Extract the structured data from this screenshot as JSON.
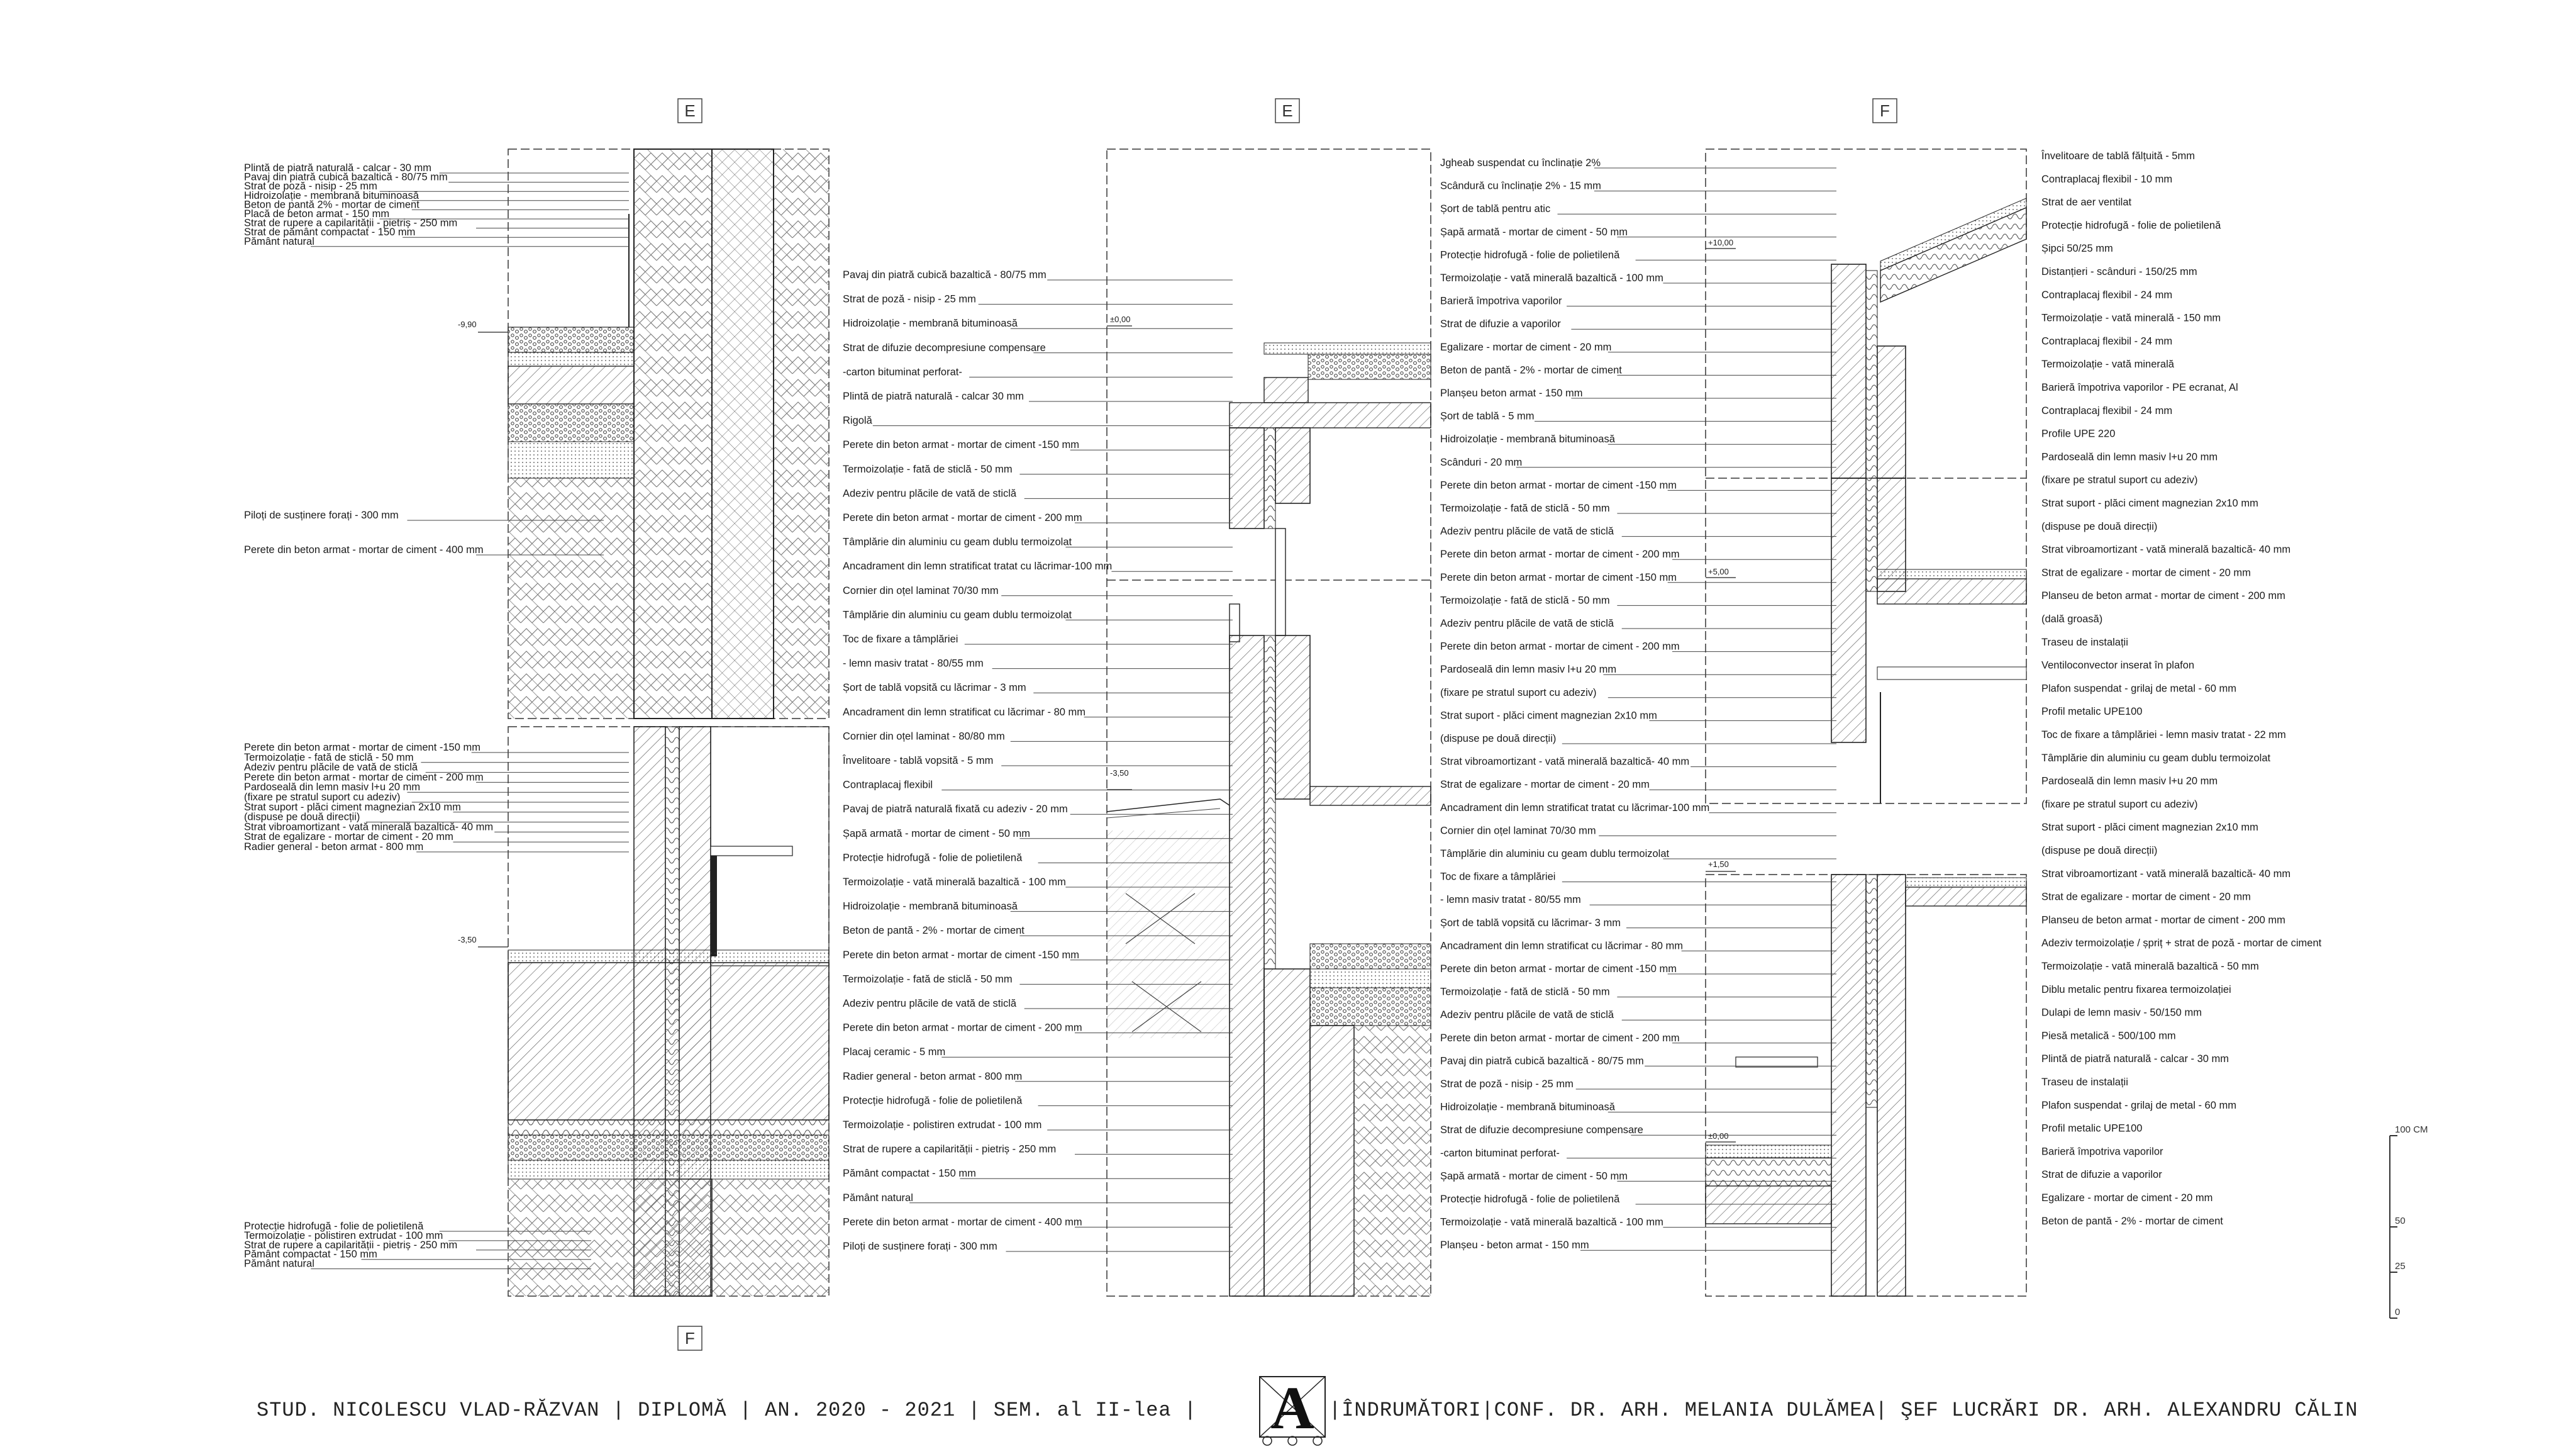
{
  "markers": {
    "top": [
      "E",
      "E",
      "F"
    ],
    "bottom": "F"
  },
  "scale": {
    "unit": "100 CM",
    "marks": [
      "50",
      "25",
      "0"
    ]
  },
  "footer": {
    "left": "STUD. NICOLESCU VLAD-RĂZVAN | DIPLOMĂ | AN. 2020 - 2021 | SEM. al II-lea |",
    "logo_letter": "A",
    "right": "|ÎNDRUMĂTORI|CONF. DR. ARH. MELANIA DULĂMEA| ŞEF LUCRĂRI DR. ARH. ALEXANDRU CĂLIN"
  },
  "levels": {
    "d1_a": "-9,90",
    "d1_b": "-3,50",
    "d2_a": "±0,00",
    "d2_b": "-3,50",
    "d3_a": "+10,00",
    "d3_b": "+5,00",
    "d3_c": "+1,50",
    "d3_d": "±0,00"
  },
  "detail1": {
    "top_labels": [
      "Plintă de piatră naturală - calcar - 30 mm",
      "Pavaj din piatră cubică bazaltică - 80/75 mm",
      "Strat de poză - nisip - 25 mm",
      "Hidroizolație - membrană bituminoasă",
      "Beton de pantă 2% - mortar de ciment",
      "Placă de beton armat - 150 mm",
      "Strat de rupere a capilarității - pietriș - 250 mm",
      "Strat de pământ compactat - 150 mm",
      "Pământ natural"
    ],
    "mid_labels": [
      "Piloți de susținere forați - 300 mm",
      "Perete din beton armat - mortar de ciment - 400 mm"
    ],
    "lower_labels": [
      "Perete din beton armat - mortar de ciment -150 mm",
      "Termoizolație - fată de sticlă - 50 mm",
      "Adeziv pentru plăcile de vată de sticlă",
      "Perete din beton armat - mortar de ciment - 200 mm",
      "Pardoseală din lemn masiv l+u 20 mm",
      "(fixare pe stratul suport cu adeziv)",
      "Strat suport - plăci ciment magnezian 2x10 mm",
      "(dispuse pe două direcții)",
      "Strat vibroamortizant - vată minerală bazaltică- 40 mm",
      "Strat de egalizare - mortar de ciment - 20 mm",
      "Radier general - beton armat - 800 mm"
    ],
    "bottom_labels": [
      "Protecție hidrofugă - folie de polietilenă",
      "Termoizolație - polistiren extrudat - 100 mm",
      "Strat de rupere a capilarității - pietriș - 250 mm",
      "Pământ compactat - 150 mm",
      "Pământ natural"
    ]
  },
  "detail2": {
    "labels": [
      "Pavaj din piatră cubică bazaltică - 80/75 mm",
      "Strat de poză - nisip - 25 mm",
      "Hidroizolație - membrană bituminoasă",
      "Strat de difuzie decompresiune compensare",
      "-carton bituminat perforat-",
      "Plintă de piatră naturală - calcar 30 mm",
      "Rigolă",
      "Perete din beton armat - mortar de ciment -150 mm",
      "Termoizolație - fată de sticlă - 50 mm",
      "Adeziv pentru plăcile de vată de sticlă",
      "Perete din beton armat - mortar de ciment - 200 mm",
      "Tâmplărie din aluminiu cu geam dublu termoizolat",
      "Ancadrament din lemn stratificat tratat cu lăcrimar-100 mm",
      "Cornier din oțel laminat 70/30  mm",
      "Tâmplărie din aluminiu cu geam dublu termoizolat",
      "Toc de fixare a tâmplăriei",
      " - lemn masiv tratat -  80/55 mm",
      "Șort de tablă vopsită  cu lăcrimar - 3 mm",
      "Ancadrament din lemn stratificat cu lăcrimar - 80 mm",
      "Cornier din oțel laminat - 80/80  mm",
      "Învelitoare - tablă vopsită - 5 mm",
      "Contraplacaj flexibil",
      "Pavaj de piatră naturală fixată cu adeziv - 20 mm",
      "Șapă armată - mortar de ciment - 50 mm",
      "Protecție hidrofugă - folie de polietilenă",
      "Termoizolație - vată minerală bazaltică - 100 mm",
      "Hidroizolație - membrană bituminoasă",
      "Beton de pantă - 2% - mortar de ciment",
      "Perete din beton armat - mortar de ciment -150 mm",
      "Termoizolație - fată de sticlă - 50 mm",
      "Adeziv pentru plăcile de vată de sticlă",
      "Perete din beton armat - mortar de ciment - 200 mm",
      "Placaj ceramic - 5 mm",
      "Radier general - beton armat - 800 mm",
      "Protecție hidrofugă - folie de polietilenă",
      "Termoizolație - polistiren extrudat - 100 mm",
      "Strat de rupere a capilarității - pietriș - 250 mm",
      "Pământ compactat - 150 mm",
      "Pământ natural",
      "Perete din beton armat - mortar de ciment - 400 mm",
      "Piloți de susținere forați - 300 mm"
    ]
  },
  "detail3": {
    "left_labels": [
      "Jgheab suspendat cu înclinație 2%",
      "Scândură cu înclinație 2% - 15 mm",
      "Șort de tablă pentru atic",
      "Șapă armată - mortar de ciment - 50 mm",
      "Protecție hidrofugă - folie de polietilenă",
      "Termoizolație - vată minerală bazaltică - 100 mm",
      "Barieră împotriva vaporilor",
      "Strat de difuzie a vaporilor",
      "Egalizare - mortar de ciment - 20 mm",
      "Beton de pantă - 2% - mortar de ciment",
      "Planșeu beton armat - 150 mm",
      "Șort de tablă - 5 mm",
      "Hidroizolație - membrană bituminoasă",
      "Scânduri - 20 mm",
      "Perete din beton armat - mortar de ciment -150 mm",
      "Termoizolație - fată de sticlă - 50 mm",
      "Adeziv pentru plăcile de vată de sticlă",
      "Perete din beton armat - mortar de ciment - 200 mm",
      "Perete din beton armat - mortar de ciment -150 mm",
      "Termoizolație - fată de sticlă - 50 mm",
      "Adeziv pentru plăcile de vată de sticlă",
      "Perete din beton armat - mortar de ciment - 200 mm",
      "Pardoseală din lemn masiv l+u 20 mm",
      "(fixare pe stratul suport cu adeziv)",
      "Strat suport - plăci ciment magnezian 2x10 mm",
      "(dispuse pe două direcții)",
      "Strat vibroamortizant - vată minerală bazaltică- 40 mm",
      "Strat de egalizare - mortar de ciment - 20 mm",
      "Ancadrament din lemn stratificat tratat cu lăcrimar-100 mm",
      "Cornier din oțel laminat 70/30  mm",
      "Tâmplărie din aluminiu cu geam dublu termoizolat",
      "Toc de fixare a tâmplăriei",
      " - lemn masiv tratat -  80/55 mm",
      "Șort de tablă vopsită  cu lăcrimar- 3 mm",
      "Ancadrament din lemn stratificat cu lăcrimar - 80 mm",
      "Perete din beton armat - mortar de ciment -150 mm",
      "Termoizolație - fată de sticlă - 50 mm",
      "Adeziv pentru plăcile de vată de sticlă",
      "Perete din beton armat - mortar de ciment - 200 mm",
      "Pavaj din piatră cubică bazaltică - 80/75 mm",
      "Strat de poză - nisip - 25 mm",
      "Hidroizolație - membrană bituminoasă",
      "Strat de difuzie decompresiune compensare",
      "-carton bituminat perforat-",
      "Șapă armată - mortar de ciment - 50 mm",
      "Protecție hidrofugă - folie de polietilenă",
      "Termoizolație - vată minerală bazaltică - 100 mm",
      "Planșeu - beton armat - 150 mm"
    ],
    "right_labels": [
      "Învelitoare de tablă fălțuită - 5mm",
      "Contraplacaj flexibil - 10 mm",
      "Strat de aer ventilat",
      "Protecție hidrofugă - folie de polietilenă",
      "Șipci 50/25 mm",
      "Distanțieri - scânduri - 150/25 mm",
      "Contraplacaj flexibil - 24 mm",
      "Termoizolație - vată minerală - 150 mm",
      "Contraplacaj flexibil - 24 mm",
      "Termoizolație - vată minerală",
      "Barieră împotriva vaporilor - PE ecranat, Al",
      "Contraplacaj flexibil - 24 mm",
      "Profile UPE 220",
      "Pardoseală din lemn masiv l+u 20 mm",
      "(fixare pe stratul suport cu adeziv)",
      "Strat suport - plăci ciment magnezian 2x10 mm",
      "(dispuse pe două direcții)",
      "Strat vibroamortizant - vată minerală bazaltică- 40 mm",
      "Strat de egalizare - mortar de ciment - 20 mm",
      "Planseu de beton armat - mortar de ciment - 200 mm",
      "(dală groasă)",
      "Traseu de instalații",
      "Ventiloconvector inserat în plafon",
      "Plafon suspendat - grilaj de metal - 60 mm",
      "Profil metalic UPE100",
      "Toc de fixare a tâmplăriei - lemn masiv tratat - 22 mm",
      "Tâmplărie din aluminiu cu geam dublu termoizolat",
      "Pardoseală din lemn masiv l+u 20 mm",
      "(fixare pe stratul suport cu adeziv)",
      "Strat suport - plăci ciment magnezian 2x10 mm",
      "(dispuse pe două direcții)",
      "Strat vibroamortizant - vată minerală bazaltică- 40 mm",
      "Strat de egalizare - mortar de ciment - 20 mm",
      "Planseu de beton armat - mortar de ciment - 200 mm",
      "Adeziv termoizolație / șpriț + strat de poză - mortar de ciment",
      "Termoizolație - vată minerală bazaltică - 50 mm",
      "Diblu metalic pentru fixarea termoizolației",
      "Dulapi de lemn masiv - 50/150 mm",
      "Piesă metalică - 500/100 mm",
      "Plintă de piatră naturală - calcar - 30 mm",
      "Traseu de instalații",
      "Plafon suspendat - grilaj de metal - 60 mm",
      "Profil metalic UPE100",
      "Barieră împotriva vaporilor",
      "Strat de difuzie a vaporilor",
      "Egalizare - mortar de ciment - 20 mm",
      "Beton de pantă - 2% - mortar de ciment"
    ]
  }
}
